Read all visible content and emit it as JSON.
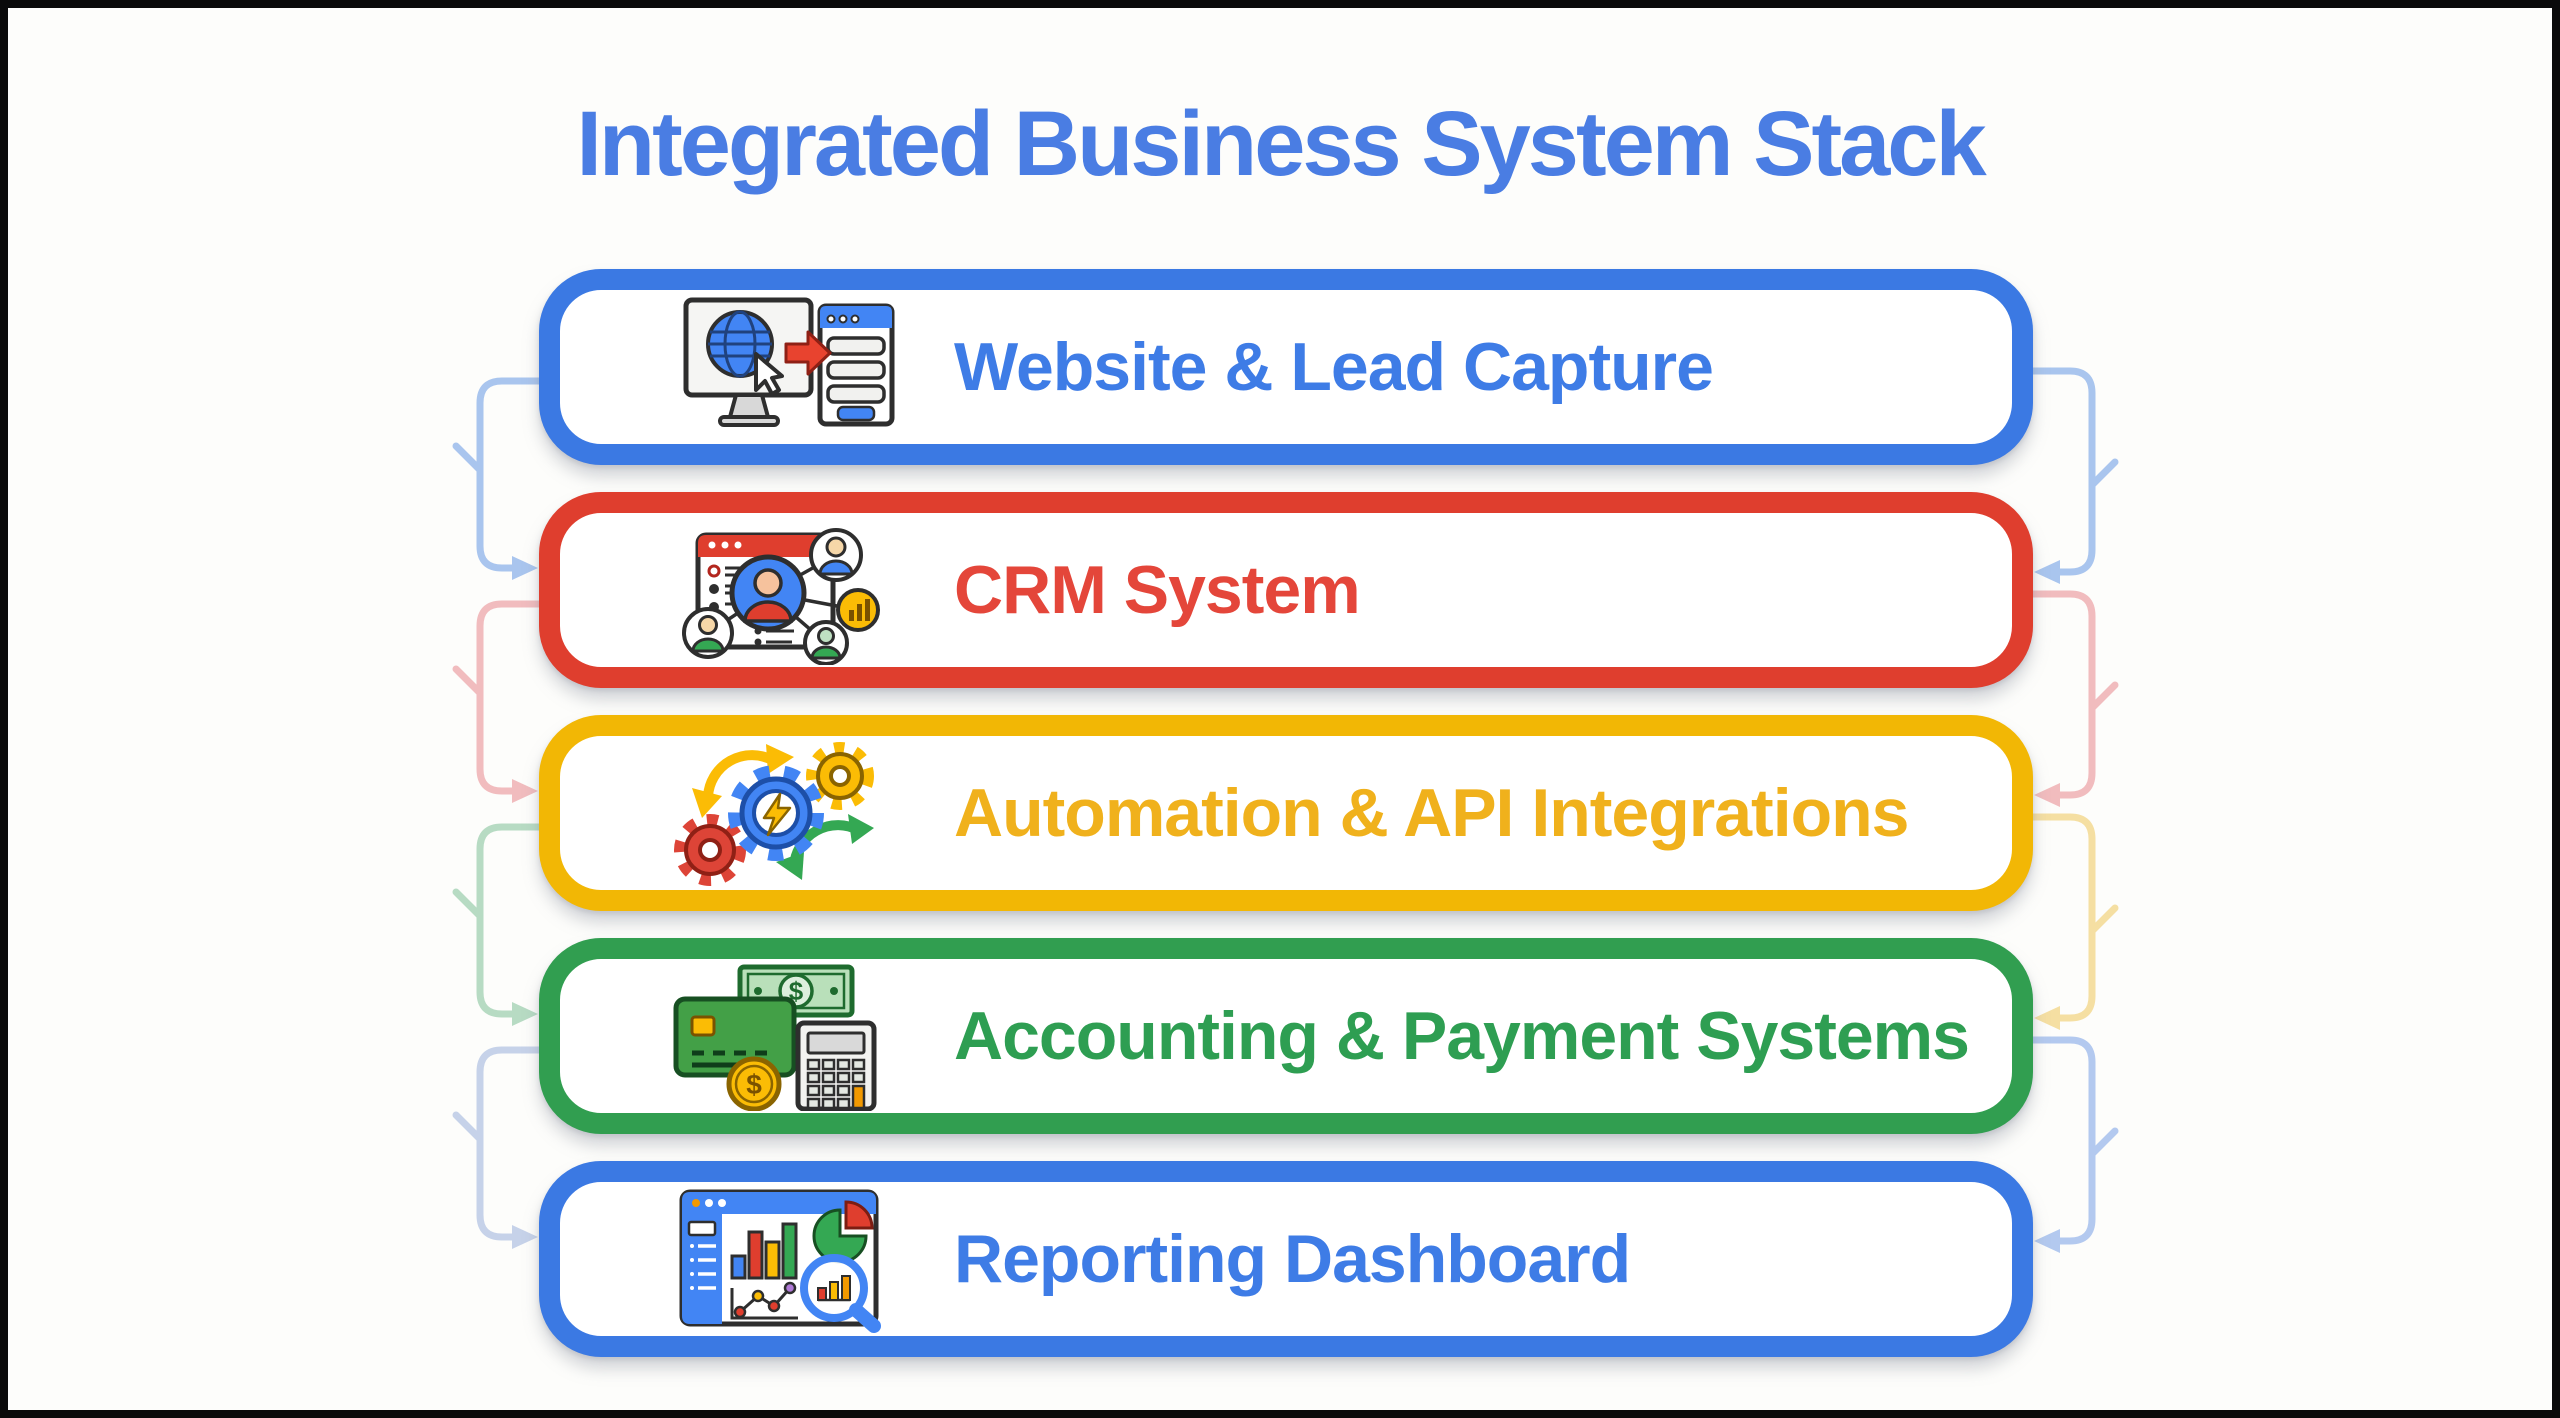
{
  "title": "Integrated Business System Stack",
  "title_color": "#4a7de3",
  "background_color": "#fdfdfb",
  "stack": {
    "items": [
      {
        "label": "Website & Lead Capture",
        "border_color": "#3b79e3",
        "text_color": "#3e7ce6",
        "icon": "website-lead-capture-icon"
      },
      {
        "label": "CRM System",
        "border_color": "#df3e2e",
        "text_color": "#e4463a",
        "icon": "crm-network-icon"
      },
      {
        "label": "Automation & API Integrations",
        "border_color": "#f2b705",
        "text_color": "#f0b11c",
        "icon": "automation-gears-icon"
      },
      {
        "label": "Accounting & Payment Systems",
        "border_color": "#319e50",
        "text_color": "#2e9e52",
        "icon": "accounting-payment-icon"
      },
      {
        "label": "Reporting Dashboard",
        "border_color": "#3b79e3",
        "text_color": "#3e7ce6",
        "icon": "reporting-dashboard-icon"
      }
    ]
  },
  "connectors": {
    "left": [
      {
        "from": "Website & Lead Capture",
        "to": "CRM System",
        "color": "#a9c5ee"
      },
      {
        "from": "CRM System",
        "to": "Automation & API Integrations",
        "color": "#f1bcbe"
      },
      {
        "from": "Automation & API Integrations",
        "to": "Accounting & Payment Systems",
        "color": "#b7dbc3"
      },
      {
        "from": "Accounting & Payment Systems",
        "to": "Reporting Dashboard",
        "color": "#c6d2e9"
      }
    ],
    "right": [
      {
        "from": "Website & Lead Capture",
        "to": "CRM System",
        "color": "#a9c5ee"
      },
      {
        "from": "CRM System",
        "to": "Automation & API Integrations",
        "color": "#f1bcbe"
      },
      {
        "from": "Automation & API Integrations",
        "to": "Accounting & Payment Systems",
        "color": "#f5dfa2"
      },
      {
        "from": "Accounting & Payment Systems",
        "to": "Reporting Dashboard",
        "color": "#b3c9ef"
      }
    ]
  }
}
